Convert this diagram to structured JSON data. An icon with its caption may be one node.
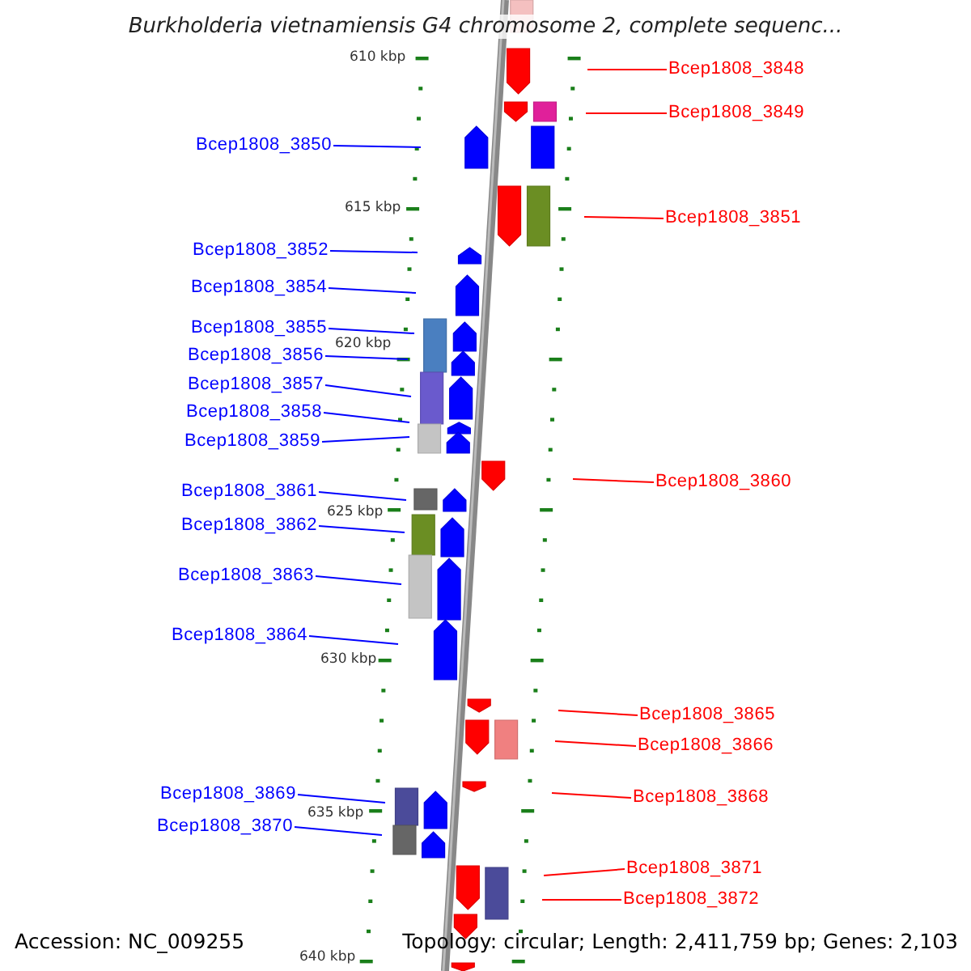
{
  "diagram": {
    "title": "Burkholderia vietnamiensis G4 chromosome 2, complete sequenc...",
    "nodes": [
      {
        "text": [
          "Bcep1808_3848"
        ]
      },
      {
        "text": [
          "Bcep1808_3849"
        ]
      },
      {
        "text": [
          "Bcep1808_3850"
        ]
      },
      {
        "text": [
          "Bcep1808_3851"
        ]
      },
      {
        "text": [
          "Bcep1808_3852"
        ]
      },
      {
        "text": [
          "Bcep1808_3854"
        ]
      },
      {
        "text": [
          "Bcep1808_3855"
        ]
      },
      {
        "text": [
          "Bcep1808_3856"
        ]
      },
      {
        "text": [
          "Bcep1808_3857"
        ]
      },
      {
        "text": [
          "Bcep1808_3858"
        ]
      },
      {
        "text": [
          "Bcep1808_3859"
        ]
      },
      {
        "text": [
          "Bcep1808_3860"
        ]
      },
      {
        "text": [
          "Bcep1808_3861"
        ]
      },
      {
        "text": [
          "Bcep1808_3862"
        ]
      },
      {
        "text": [
          "Bcep1808_3863"
        ]
      },
      {
        "text": [
          "Bcep1808_3864"
        ]
      },
      {
        "text": [
          "Bcep1808_3865"
        ]
      },
      {
        "text": [
          "Bcep1808_3866"
        ]
      },
      {
        "text": [
          "Bcep1808_3868"
        ]
      },
      {
        "text": [
          "Bcep1808_3869"
        ]
      },
      {
        "text": [
          "Bcep1808_3870"
        ]
      },
      {
        "text": [
          "Bcep1808_3871"
        ]
      },
      {
        "text": [
          "Bcep1808_3872"
        ]
      }
    ],
    "edges": [
      {
        "from": 0,
        "to": null,
        "arrow": "none",
        "color": "#ff0000"
      },
      {
        "from": 1,
        "to": null,
        "arrow": "none",
        "color": "#ff0000"
      },
      {
        "from": 2,
        "to": null,
        "arrow": "none"
      },
      {
        "from": 3,
        "to": null,
        "arrow": "none",
        "color": "#ff0000"
      },
      {
        "from": 4,
        "to": null,
        "arrow": "none"
      },
      {
        "from": 5,
        "to": null,
        "arrow": "none"
      },
      {
        "from": 6,
        "to": null,
        "arrow": "none"
      },
      {
        "from": 7,
        "to": null,
        "arrow": "none"
      },
      {
        "from": 8,
        "to": null,
        "arrow": "none"
      },
      {
        "from": 9,
        "to": null,
        "arrow": "none"
      },
      {
        "from": 10,
        "to": null,
        "arrow": "none"
      },
      {
        "from": 11,
        "to": null,
        "arrow": "none",
        "color": "#ff0000"
      },
      {
        "from": 12,
        "to": null,
        "arrow": "none"
      },
      {
        "from": 13,
        "to": null,
        "arrow": "none"
      },
      {
        "from": 14,
        "to": null,
        "arrow": "none"
      },
      {
        "from": 15,
        "to": null,
        "arrow": "none"
      },
      {
        "from": 16,
        "to": null,
        "arrow": "none",
        "color": "#ff0000"
      },
      {
        "from": 17,
        "to": null,
        "arrow": "none",
        "color": "#ff0000"
      },
      {
        "from": 18,
        "to": null,
        "arrow": "none",
        "color": "#ff0000"
      },
      {
        "from": 19,
        "to": null,
        "arrow": "none"
      },
      {
        "from": 20,
        "to": null,
        "arrow": "none"
      },
      {
        "from": 21,
        "to": null,
        "arrow": "none",
        "color": "#ff0000"
      },
      {
        "from": 22,
        "to": null,
        "arrow": "none",
        "color": "#ff0000"
      }
    ],
    "labels": [
      "610 kbp",
      "615 kbp",
      "620 kbp",
      "625 kbp",
      "630 kbp",
      "635 kbp",
      "640 kbp",
      "Accession: NC_009255",
      "Topology: circular; Length: 2,411,759 bp; Genes: 2,103"
    ]
  }
}
